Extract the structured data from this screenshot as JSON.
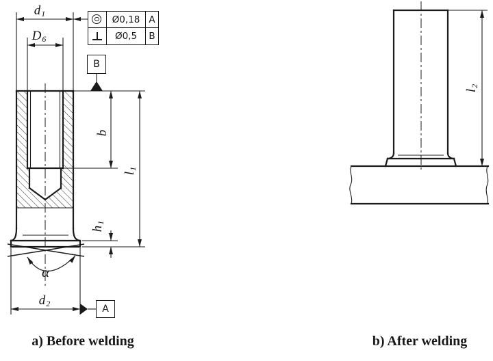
{
  "drawing": {
    "caption_before": "a) Before welding",
    "caption_after": "b) After welding",
    "fcf": {
      "rows": [
        {
          "symbol": "concentricity-icon",
          "tolerance": "Ø0,18",
          "datum": "A"
        },
        {
          "symbol": "perpendicularity-icon",
          "tolerance": "Ø0,5",
          "datum": "B"
        }
      ]
    },
    "datum_flags": {
      "top": "B",
      "bottom": "A"
    },
    "dim_labels": {
      "d1": {
        "base": "d",
        "sub": "1"
      },
      "D6": {
        "base": "D",
        "sub": "6"
      },
      "b": {
        "base": "b",
        "sub": ""
      },
      "l1": {
        "base": "l",
        "sub": "1"
      },
      "h1": {
        "base": "h",
        "sub": "1"
      },
      "d2": {
        "base": "d",
        "sub": "2"
      },
      "alpha": {
        "base": "α",
        "sub": ""
      },
      "l2": {
        "base": "l",
        "sub": "2"
      }
    }
  }
}
